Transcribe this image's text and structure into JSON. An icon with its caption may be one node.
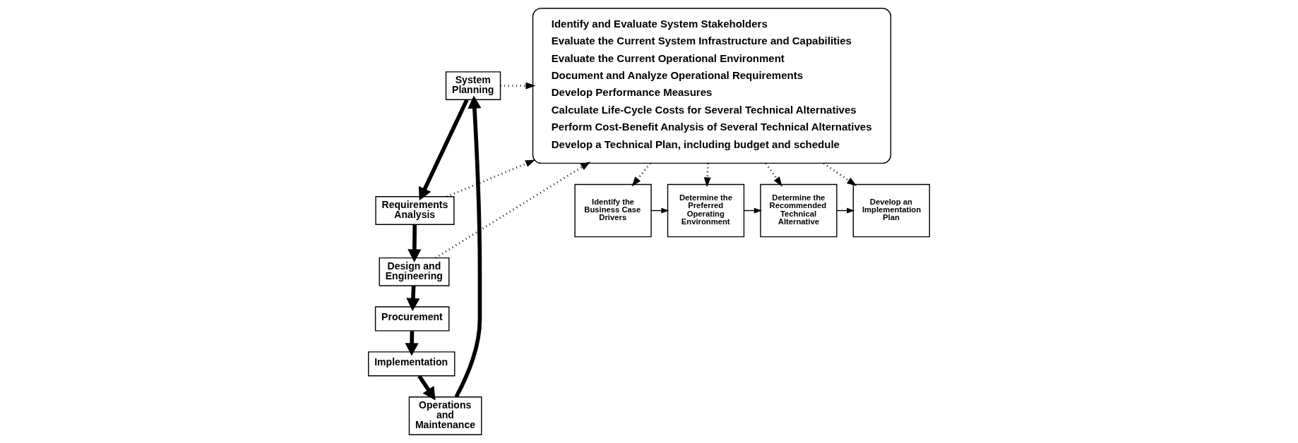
{
  "diagram": {
    "nodes": [
      {
        "text": [
          "System Planning"
        ]
      },
      {
        "text": [
          "Requirements Analysis"
        ]
      },
      {
        "text": [
          "Design and Engineering"
        ]
      },
      {
        "text": [
          "Procurement"
        ]
      },
      {
        "text": [
          "Implementation"
        ]
      },
      {
        "text": [
          "Operations and Maintenance"
        ]
      },
      {
        "text": [
          "Identify and Evaluate System Stakeholders",
          "Evaluate the Current System Infrastructure and Capabilities",
          "Evaluate the Current Operational Environment",
          "Document and Analyze Operational Requirements",
          "Develop Performance Measures",
          "Calculate Life-Cycle Costs for Several Technical Alternatives",
          "Perform Cost-Benefit Analysis of Several Technical Alternatives",
          "Develop a Technical Plan, including budget and schedule"
        ]
      },
      {
        "text": [
          "Identify the Business Case Drivers"
        ]
      },
      {
        "text": [
          "Determine the Preferred Operating Environment"
        ]
      },
      {
        "text": [
          "Determine the Recommended Technical Alternative"
        ]
      },
      {
        "text": [
          "Develop an Implementation Plan"
        ]
      }
    ],
    "edges": [
      {
        "from": 0,
        "to": 1,
        "arrow": "to",
        "style": "thick"
      },
      {
        "from": 1,
        "to": 2,
        "arrow": "to",
        "style": "thick"
      },
      {
        "from": 2,
        "to": 3,
        "arrow": "to",
        "style": "thick"
      },
      {
        "from": 3,
        "to": 4,
        "arrow": "to",
        "style": "thick"
      },
      {
        "from": 4,
        "to": 5,
        "arrow": "to",
        "style": "thick"
      },
      {
        "from": 5,
        "to": 0,
        "arrow": "to",
        "style": "thick"
      },
      {
        "from": 0,
        "to": 6,
        "arrow": "to",
        "style": "dashed"
      },
      {
        "from": 1,
        "to": 6,
        "arrow": "to",
        "style": "dashed"
      },
      {
        "from": 2,
        "to": 6,
        "arrow": "to",
        "style": "dashed"
      },
      {
        "from": 6,
        "to": 7,
        "arrow": "to",
        "style": "dashed"
      },
      {
        "from": 6,
        "to": 8,
        "arrow": "to",
        "style": "dashed"
      },
      {
        "from": 6,
        "to": 9,
        "arrow": "to",
        "style": "dashed"
      },
      {
        "from": 6,
        "to": 10,
        "arrow": "to",
        "style": "dashed"
      },
      {
        "from": 7,
        "to": 8,
        "arrow": "to"
      },
      {
        "from": 8,
        "to": 9,
        "arrow": "to"
      },
      {
        "from": 9,
        "to": 10,
        "arrow": "to"
      }
    ]
  }
}
